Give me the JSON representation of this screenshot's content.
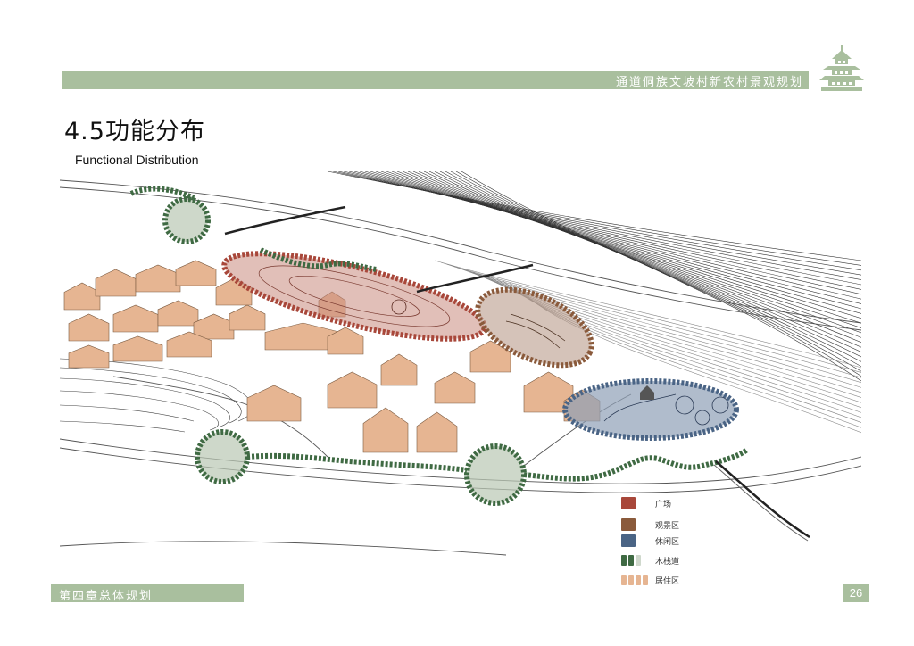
{
  "header": {
    "title": "通道侗族文坡村新农村景观规划"
  },
  "section": {
    "number_title": "4.5功能分布",
    "subtitle": "Functional Distribution"
  },
  "icons": {
    "logo": "pagoda-icon"
  },
  "legend": {
    "items": [
      {
        "label": "广场",
        "color": "#a8473a",
        "swatch": "plaza"
      },
      {
        "label": "观景区",
        "color": "#8a5a3b",
        "swatch": "viewing"
      },
      {
        "label": "休闲区",
        "color": "#4a6485",
        "swatch": "leisure"
      },
      {
        "label": "木栈道",
        "color": "#3f6a43",
        "swatch": "boardwalk"
      },
      {
        "label": "居住区",
        "color": "#e6b592",
        "swatch": "residential"
      }
    ]
  },
  "colors": {
    "accent_green": "#a9bf9e",
    "plaza": "#a8473a",
    "viewing": "#8a5a3b",
    "leisure": "#4a6485",
    "boardwalk": "#3f6a43",
    "residential": "#e6b592"
  },
  "footer": {
    "chapter": "第四章总体规划",
    "page_number": "26"
  }
}
